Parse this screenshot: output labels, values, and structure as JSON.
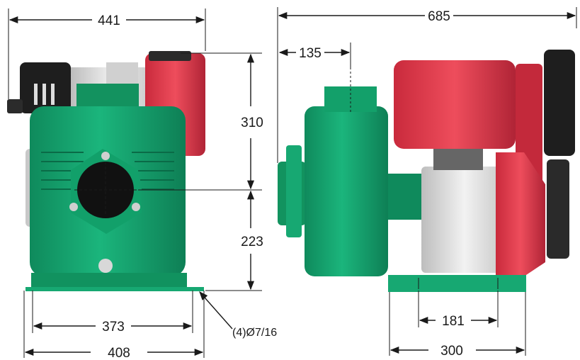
{
  "dimensions": {
    "front_overall_width": "441",
    "side_overall_length": "685",
    "side_inlet_offset": "135",
    "front_height_upper": "310",
    "front_height_lower": "223",
    "front_bolt_spacing": "373",
    "front_base_width": "408",
    "mount_hole_spec": "(4)Ø7/16",
    "side_bolt_spacing": "181",
    "side_base_length": "300"
  },
  "colors": {
    "pump_green": "#17a872",
    "pump_green_dark": "#0e7f55",
    "engine_red": "#e0384a",
    "engine_red_dark": "#b02436",
    "block_gray": "#d8d8d8",
    "muffler_black": "#1e1e1e"
  }
}
